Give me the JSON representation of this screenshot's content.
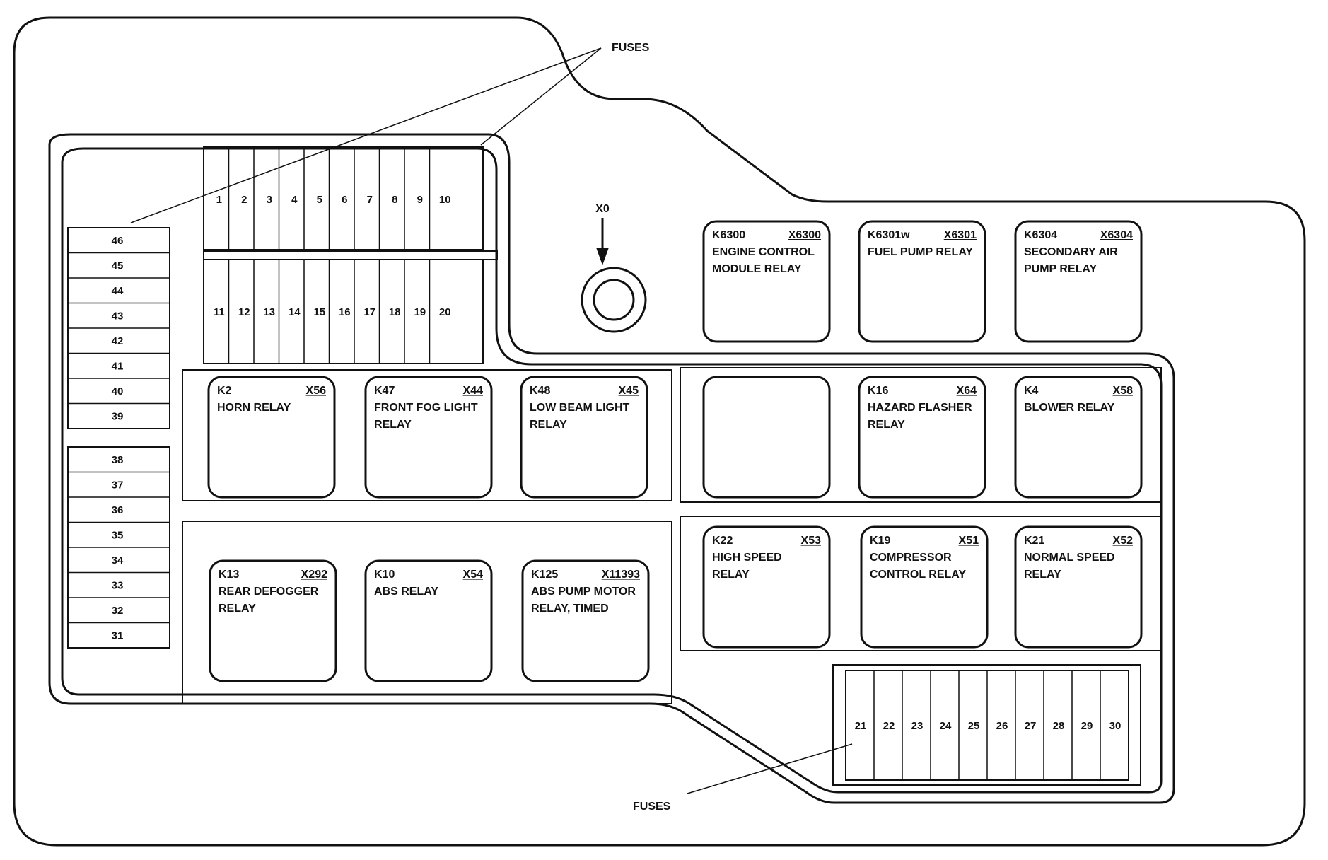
{
  "callouts": {
    "fuses_top": "FUSES",
    "fuses_bottom": "FUSES",
    "connector": "X0"
  },
  "fuses": {
    "top_row": [
      "1",
      "2",
      "3",
      "4",
      "5",
      "6",
      "7",
      "8",
      "9",
      "10"
    ],
    "second_row": [
      "11",
      "12",
      "13",
      "14",
      "15",
      "16",
      "17",
      "18",
      "19",
      "20"
    ],
    "bottom_block": [
      "21",
      "22",
      "23",
      "24",
      "25",
      "26",
      "27",
      "28",
      "29",
      "30"
    ],
    "left_column_upper": [
      "46",
      "45",
      "44",
      "43",
      "42",
      "41",
      "40",
      "39"
    ],
    "left_column_lower": [
      "38",
      "37",
      "36",
      "35",
      "34",
      "33",
      "32",
      "31"
    ]
  },
  "relays": [
    {
      "id": "K6300",
      "conn": "X6300",
      "lines": [
        "ENGINE CONTROL",
        "MODULE RELAY"
      ]
    },
    {
      "id": "K6301w",
      "conn": "X6301",
      "lines": [
        "FUEL PUMP RELAY"
      ]
    },
    {
      "id": "K6304",
      "conn": "X6304",
      "lines": [
        "SECONDARY AIR",
        "PUMP RELAY"
      ]
    },
    {
      "id": "K2",
      "conn": "X56",
      "lines": [
        "HORN RELAY"
      ]
    },
    {
      "id": "K47",
      "conn": "X44",
      "lines": [
        "FRONT FOG LIGHT",
        "RELAY"
      ]
    },
    {
      "id": "K48",
      "conn": "X45",
      "lines": [
        "LOW BEAM LIGHT",
        "RELAY"
      ]
    },
    {
      "id": "",
      "conn": "",
      "lines": []
    },
    {
      "id": "K16",
      "conn": "X64",
      "lines": [
        "HAZARD FLASHER",
        "RELAY"
      ]
    },
    {
      "id": "K4",
      "conn": "X58",
      "lines": [
        "BLOWER RELAY"
      ]
    },
    {
      "id": "K13",
      "conn": "X292",
      "lines": [
        "REAR DEFOGGER",
        "RELAY"
      ]
    },
    {
      "id": "K10",
      "conn": "X54",
      "lines": [
        "ABS RELAY"
      ]
    },
    {
      "id": "K125",
      "conn": "X11393",
      "lines": [
        "ABS PUMP MOTOR",
        "RELAY, TIMED"
      ]
    },
    {
      "id": "K22",
      "conn": "X53",
      "lines": [
        "HIGH SPEED",
        "RELAY"
      ]
    },
    {
      "id": "K19",
      "conn": "X51",
      "lines": [
        "COMPRESSOR",
        "CONTROL RELAY"
      ]
    },
    {
      "id": "K21",
      "conn": "X52",
      "lines": [
        "NORMAL SPEED",
        "RELAY"
      ]
    }
  ]
}
